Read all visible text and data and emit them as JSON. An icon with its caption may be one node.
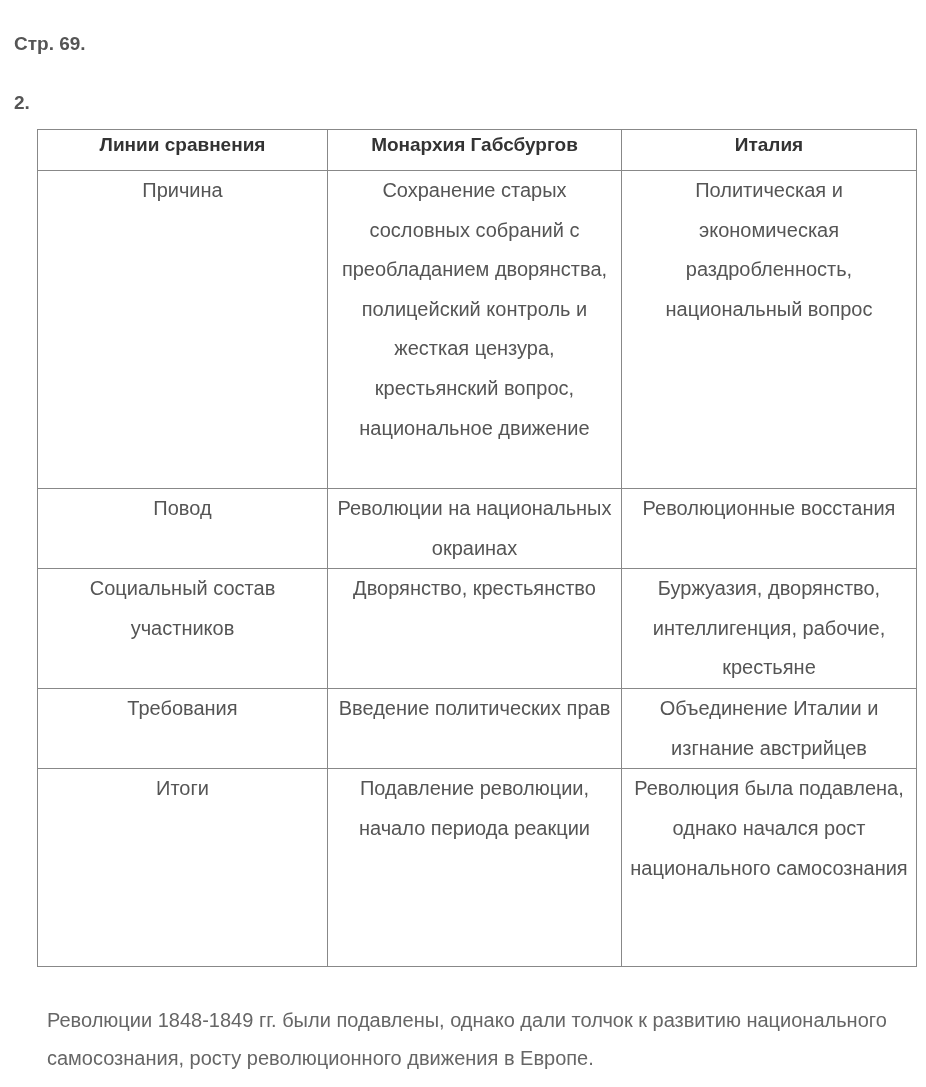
{
  "diagram": {
    "labels": [
      "Стр. 69.",
      "2.",
      "Линии сравнения",
      "Монархия Габсбургов",
      "Италия",
      "Причина",
      "Сохранение старых сословных собраний с преобладанием дворянства, полицейский контроль и жесткая цензура, крестьянский вопрос, национальное движение",
      "Политическая и экономическая раздробленность, национальный вопрос",
      "Повод",
      "Революции на национальных окраинах",
      "Революционные восстания",
      "Социальный состав участников",
      "Дворянство, крестьянство",
      "Буржуазия, дворянство, интеллигенция, рабочие, крестьяне",
      "Требования",
      "Введение политических прав",
      "Объединение Италии и изгнание австрийцев",
      "Итоги",
      "Подавление революции, начало периода реакции",
      "Революция была подавлена, однако начался рост национального самосознания",
      "Революции 1848-1849 гг. были подавлены, однако дали толчок к развитию национального самосознания, росту революционного движения в Европе."
    ]
  }
}
